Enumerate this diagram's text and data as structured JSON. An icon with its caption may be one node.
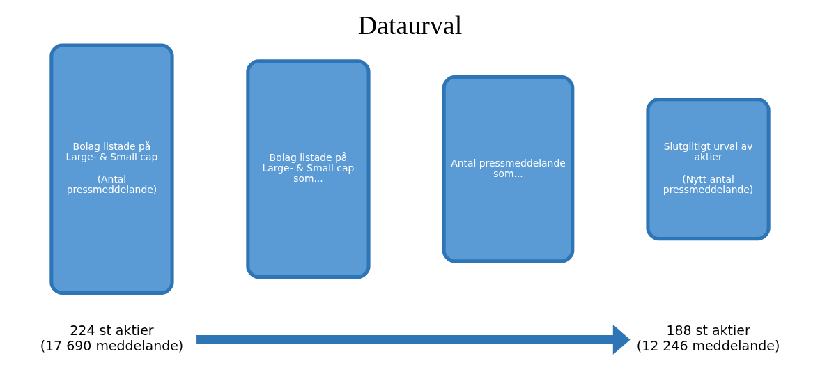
{
  "diagram": {
    "title": "Dataurval",
    "nodes": [
      {
        "text": [
          "Bolag listade på Large- & Small cap",
          "(Antal pressmeddelande)"
        ]
      },
      {
        "text": [
          "Bolag listade på Large- & Small cap som..."
        ]
      },
      {
        "text": [
          "Antal pressmeddelande som..."
        ]
      },
      {
        "text": [
          "Slutgiltigt urval av aktier",
          "(Nytt antal pressmeddelande)"
        ]
      },
      {
        "text": [
          "224 st aktier (17 690 meddelande)"
        ]
      },
      {
        "text": [
          "188 st aktier (12 246 meddelande)"
        ]
      }
    ],
    "edges": [
      {
        "from": 4,
        "to": 5,
        "arrow": "to"
      }
    ]
  }
}
